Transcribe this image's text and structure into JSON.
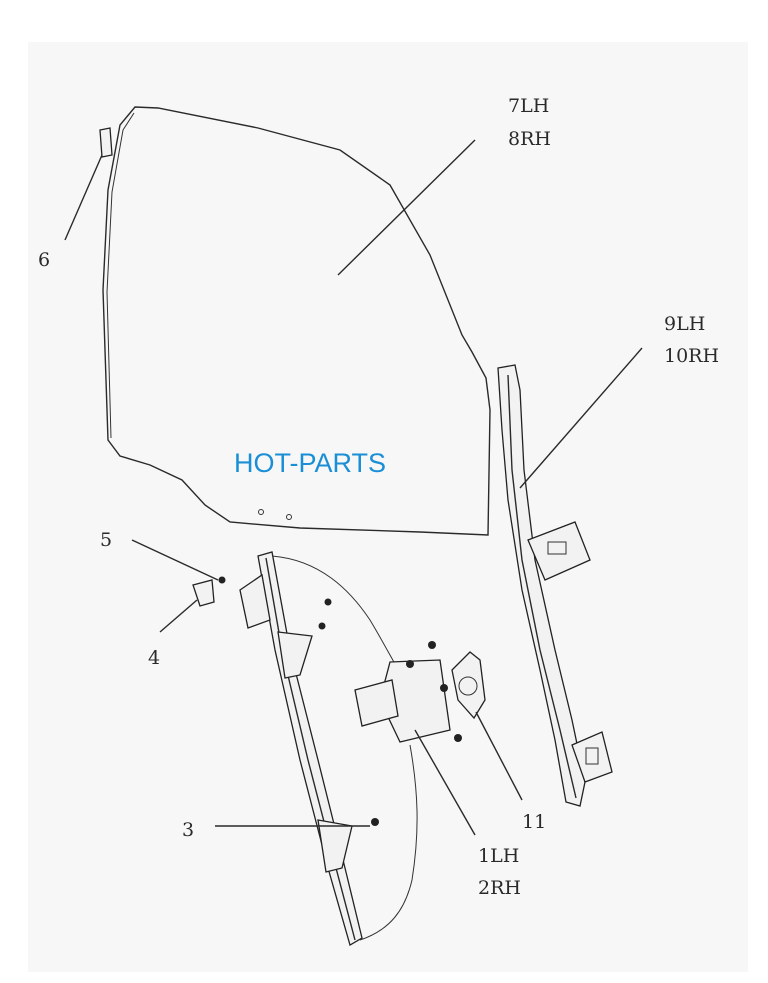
{
  "watermark": "HOT-PARTS",
  "callouts": {
    "glass_lh": "7LH",
    "glass_rh": "8RH",
    "channel_lh": "9LH",
    "channel_rh": "10RH",
    "clip": "6",
    "bolt": "5",
    "bracket": "4",
    "nut": "3",
    "regulator_lh": "1LH",
    "regulator_rh": "2RH",
    "plate": "11"
  },
  "colors": {
    "watermark": "#1a8fd6",
    "linework": "#2a2a2a"
  }
}
